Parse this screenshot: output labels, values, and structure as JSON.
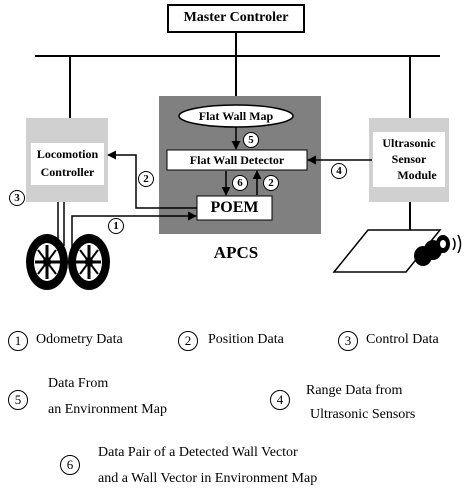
{
  "master": {
    "label": "Master Controler"
  },
  "apcs": {
    "label": "APCS",
    "flat_wall_map": "Flat Wall Map",
    "flat_wall_detector": "Flat Wall Detector",
    "poem": "POEM"
  },
  "locomotion": {
    "line1": "Locomotion",
    "line2": "Controller"
  },
  "ultrasonic": {
    "line1": "Ultrasonic",
    "line2": "Sensor",
    "line3": "Module"
  },
  "badges": {
    "odometry": "1",
    "position": "2",
    "control": "3",
    "range": "4",
    "map": "5",
    "pair": "6"
  },
  "legend": {
    "odometry": "Odometry Data",
    "position": "Position Data",
    "control": "Control Data",
    "map_line1": "Data From",
    "map_line2": "an Environment Map",
    "range_line1": "Range Data from",
    "range_line2": "Ultrasonic Sensors",
    "pair_line1": "Data Pair of a Detected Wall Vector",
    "pair_line2": "and a Wall Vector in Environment Map"
  }
}
